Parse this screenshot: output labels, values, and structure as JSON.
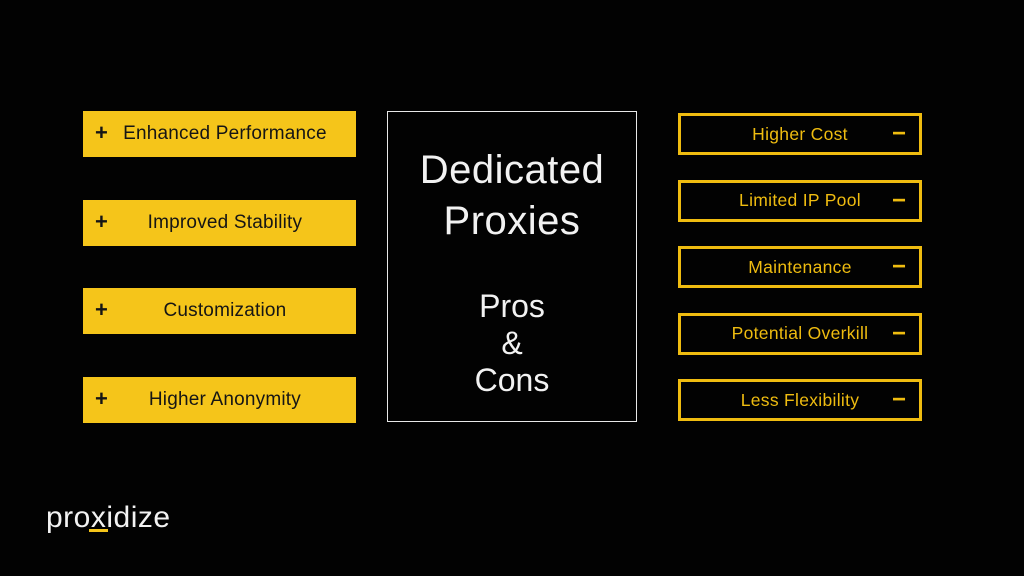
{
  "colors": {
    "background": "#020202",
    "yellow": "#F5C51A",
    "yellowDeep": "#EFBC10",
    "darkText": "#151515",
    "white": "#F2F2F2",
    "centerBorder": "#E8E8E8"
  },
  "center_card": {
    "title_line1": "Dedicated",
    "title_line2": "Proxies",
    "subtitle_line1": "Pros",
    "subtitle_line2": "&",
    "subtitle_line3": "Cons"
  },
  "pros": {
    "sign": "+",
    "items": [
      {
        "label": "Enhanced Performance"
      },
      {
        "label": "Improved Stability"
      },
      {
        "label": "Customization"
      },
      {
        "label": "Higher Anonymity"
      }
    ]
  },
  "cons": {
    "sign": "−",
    "items": [
      {
        "label": "Higher Cost"
      },
      {
        "label": "Limited IP Pool"
      },
      {
        "label": "Maintenance"
      },
      {
        "label": "Potential Overkill"
      },
      {
        "label": "Less Flexibility"
      }
    ]
  },
  "logo": {
    "part1": "pro",
    "underlined": "x",
    "part2": "idize"
  }
}
